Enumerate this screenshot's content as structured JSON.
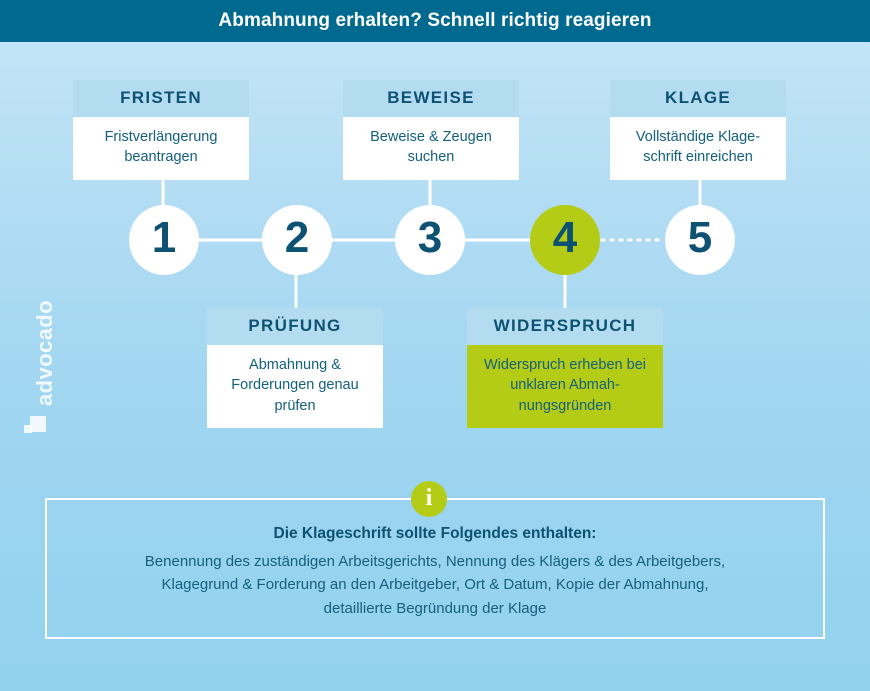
{
  "header": {
    "title": "Abmahnung erhalten? Schnell richtig reagieren",
    "bar_color": "#00698f",
    "title_color": "#ffffff"
  },
  "theme": {
    "background_top": "#c6e6f7",
    "background_bottom": "#92d2ef",
    "card_head_bg": "#b4dcf1",
    "card_body_bg": "#ffffff",
    "text_dark_blue": "#0d5273",
    "text_blue": "#14607f",
    "accent_green": "#b5cc16",
    "line_color": "#ffffff"
  },
  "brand": {
    "logo_text": "advocado",
    "logo_mark": "square-logo-mark"
  },
  "steps": [
    {
      "number": "1",
      "title": "FRISTEN",
      "body": "Fristverlängerung beantragen",
      "position": "above",
      "highlighted": false
    },
    {
      "number": "2",
      "title": "PRÜFUNG",
      "body": "Abmahnung & Forderungen genau prüfen",
      "position": "below",
      "highlighted": false
    },
    {
      "number": "3",
      "title": "BEWEISE",
      "body": "Beweise & Zeugen suchen",
      "position": "above",
      "highlighted": false
    },
    {
      "number": "4",
      "title": "WIDERSPRUCH",
      "body": "Widerspruch erheben bei unklaren Abmah-nungsgründen",
      "position": "below",
      "highlighted": true
    },
    {
      "number": "5",
      "title": "KLAGE",
      "body": "Vollständige Klage-schrift einreichen",
      "position": "above",
      "highlighted": false
    }
  ],
  "info_panel": {
    "icon": "info-icon",
    "icon_glyph": "i",
    "heading": "Die Klageschrift sollte Folgendes enthalten:",
    "lines": [
      "Benennung des zuständigen Arbeitsgerichts, Nennung des Klägers & des Arbeitgebers,",
      "Klagegrund & Forderung an den Arbeitgeber, Ort & Datum, Kopie der Abmahnung,",
      "detaillierte Begründung der Klage"
    ]
  }
}
